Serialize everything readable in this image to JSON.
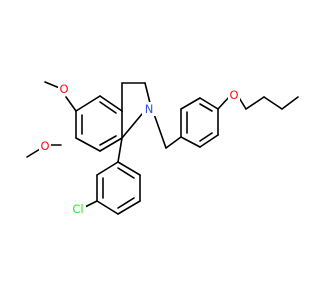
{
  "atoms": {
    "o_top": {
      "text": "O",
      "color": "#ff0d0d"
    },
    "o_left": {
      "text": "O",
      "color": "#ff0d0d"
    },
    "o_right": {
      "text": "O",
      "color": "#ff0d0d"
    },
    "n": {
      "text": "N",
      "color": "#3050f8"
    },
    "cl": {
      "text": "Cl",
      "color": "#1ff01f"
    }
  }
}
